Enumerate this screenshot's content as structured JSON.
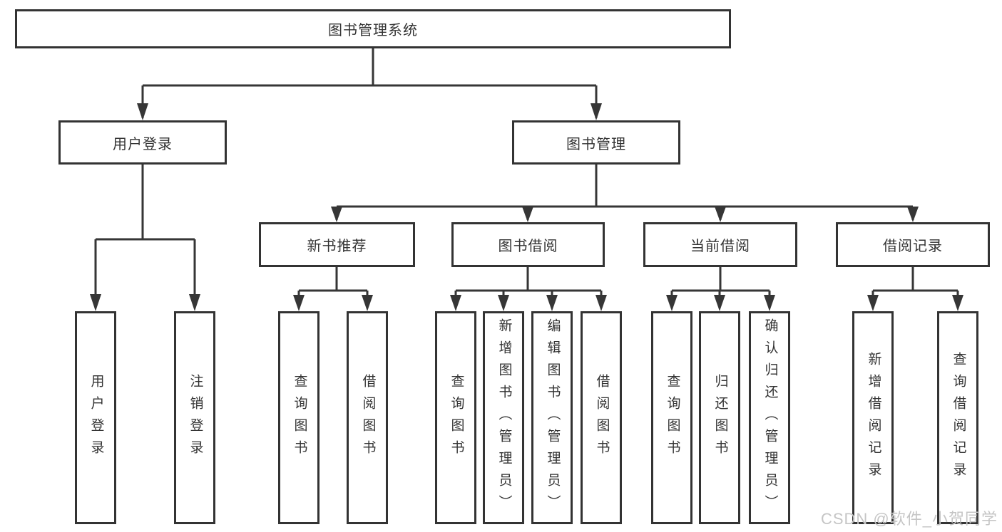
{
  "diagram": {
    "root": {
      "label": "图书管理系统"
    },
    "level2": [
      {
        "label": "用户登录"
      },
      {
        "label": "图书管理"
      }
    ],
    "level3": [
      {
        "label": "新书推荐"
      },
      {
        "label": "图书借阅"
      },
      {
        "label": "当前借阅"
      },
      {
        "label": "借阅记录"
      }
    ],
    "leaves": {
      "user_login": [
        "用户登录",
        "注销登录"
      ],
      "new_book": [
        "查询图书",
        "借阅图书"
      ],
      "borrow": [
        "查询图书",
        "新增图书（管理员）",
        "编辑图书（管理员）",
        "借阅图书"
      ],
      "current": [
        "查询图书",
        "归还图书",
        "确认归还（管理员）"
      ],
      "records": [
        "新增借阅记录",
        "查询借阅记录"
      ]
    }
  },
  "watermark": {
    "text": "CSDN @软件_小贺同学",
    "color": "#c5c5c5"
  },
  "colors": {
    "line": "#363636",
    "border": "#333333",
    "text": "#333333",
    "background": "#ffffff"
  }
}
